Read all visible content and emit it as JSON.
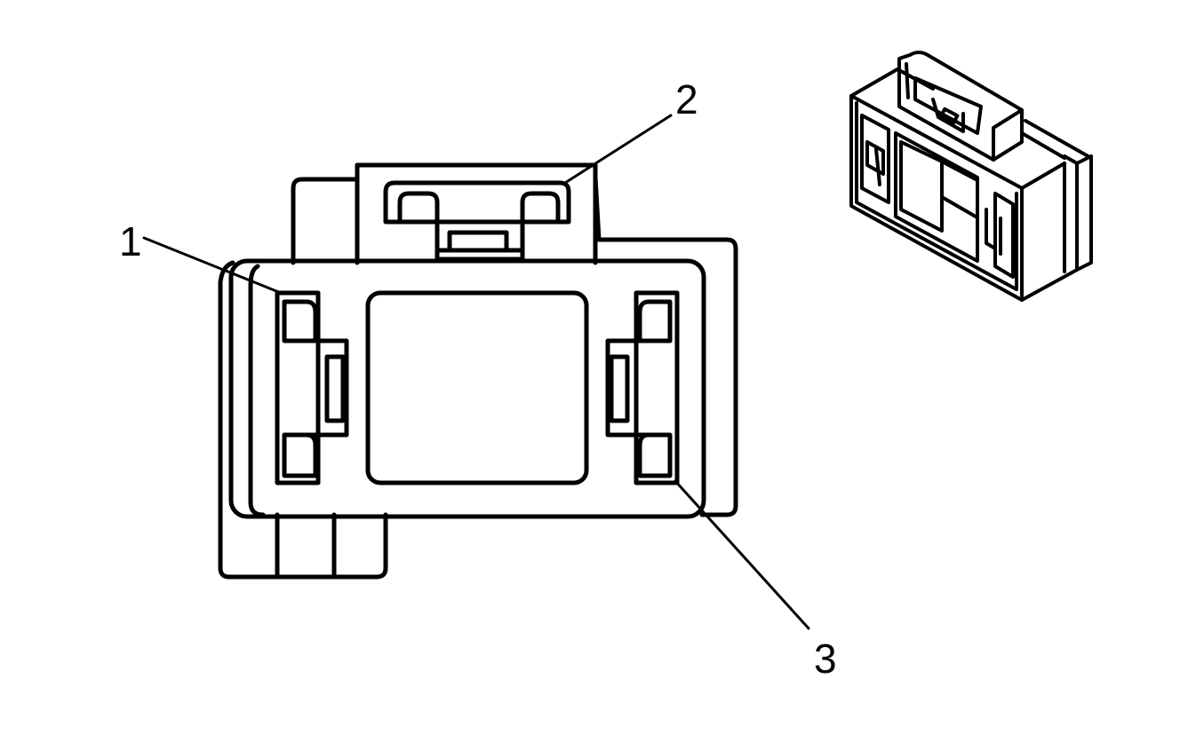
{
  "callouts": {
    "one": "1",
    "two": "2",
    "three": "3"
  },
  "colors": {
    "stroke": "#000000",
    "background": "#ffffff"
  }
}
